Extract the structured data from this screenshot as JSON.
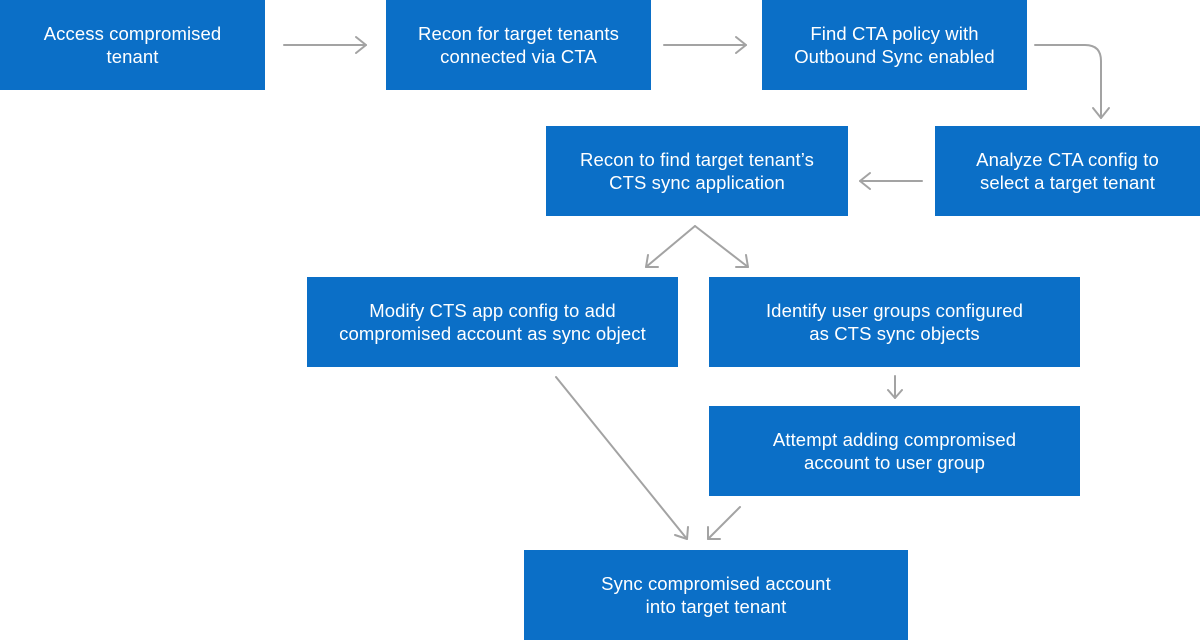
{
  "steps": {
    "access_tenant": "Access compromised\ntenant",
    "recon_target_tenants": "Recon for target tenants\nconnected via CTA",
    "find_cta_policy": "Find CTA policy with\nOutbound Sync enabled",
    "analyze_cta_config": "Analyze CTA config to\nselect a target tenant",
    "recon_cts_app": "Recon to find target tenant’s\nCTS sync application",
    "modify_cts_config": "Modify CTS app config to add\ncompromised account as sync object",
    "identify_user_groups": "Identify user groups configured\nas CTS sync objects",
    "attempt_add_to_group": "Attempt adding compromised\naccount to user group",
    "sync_account": "Sync compromised account\ninto target tenant"
  },
  "colors": {
    "box_fill": "#0b6fc7",
    "box_text": "#ffffff",
    "arrow": "#a3a3a3",
    "background": "#ffffff"
  }
}
